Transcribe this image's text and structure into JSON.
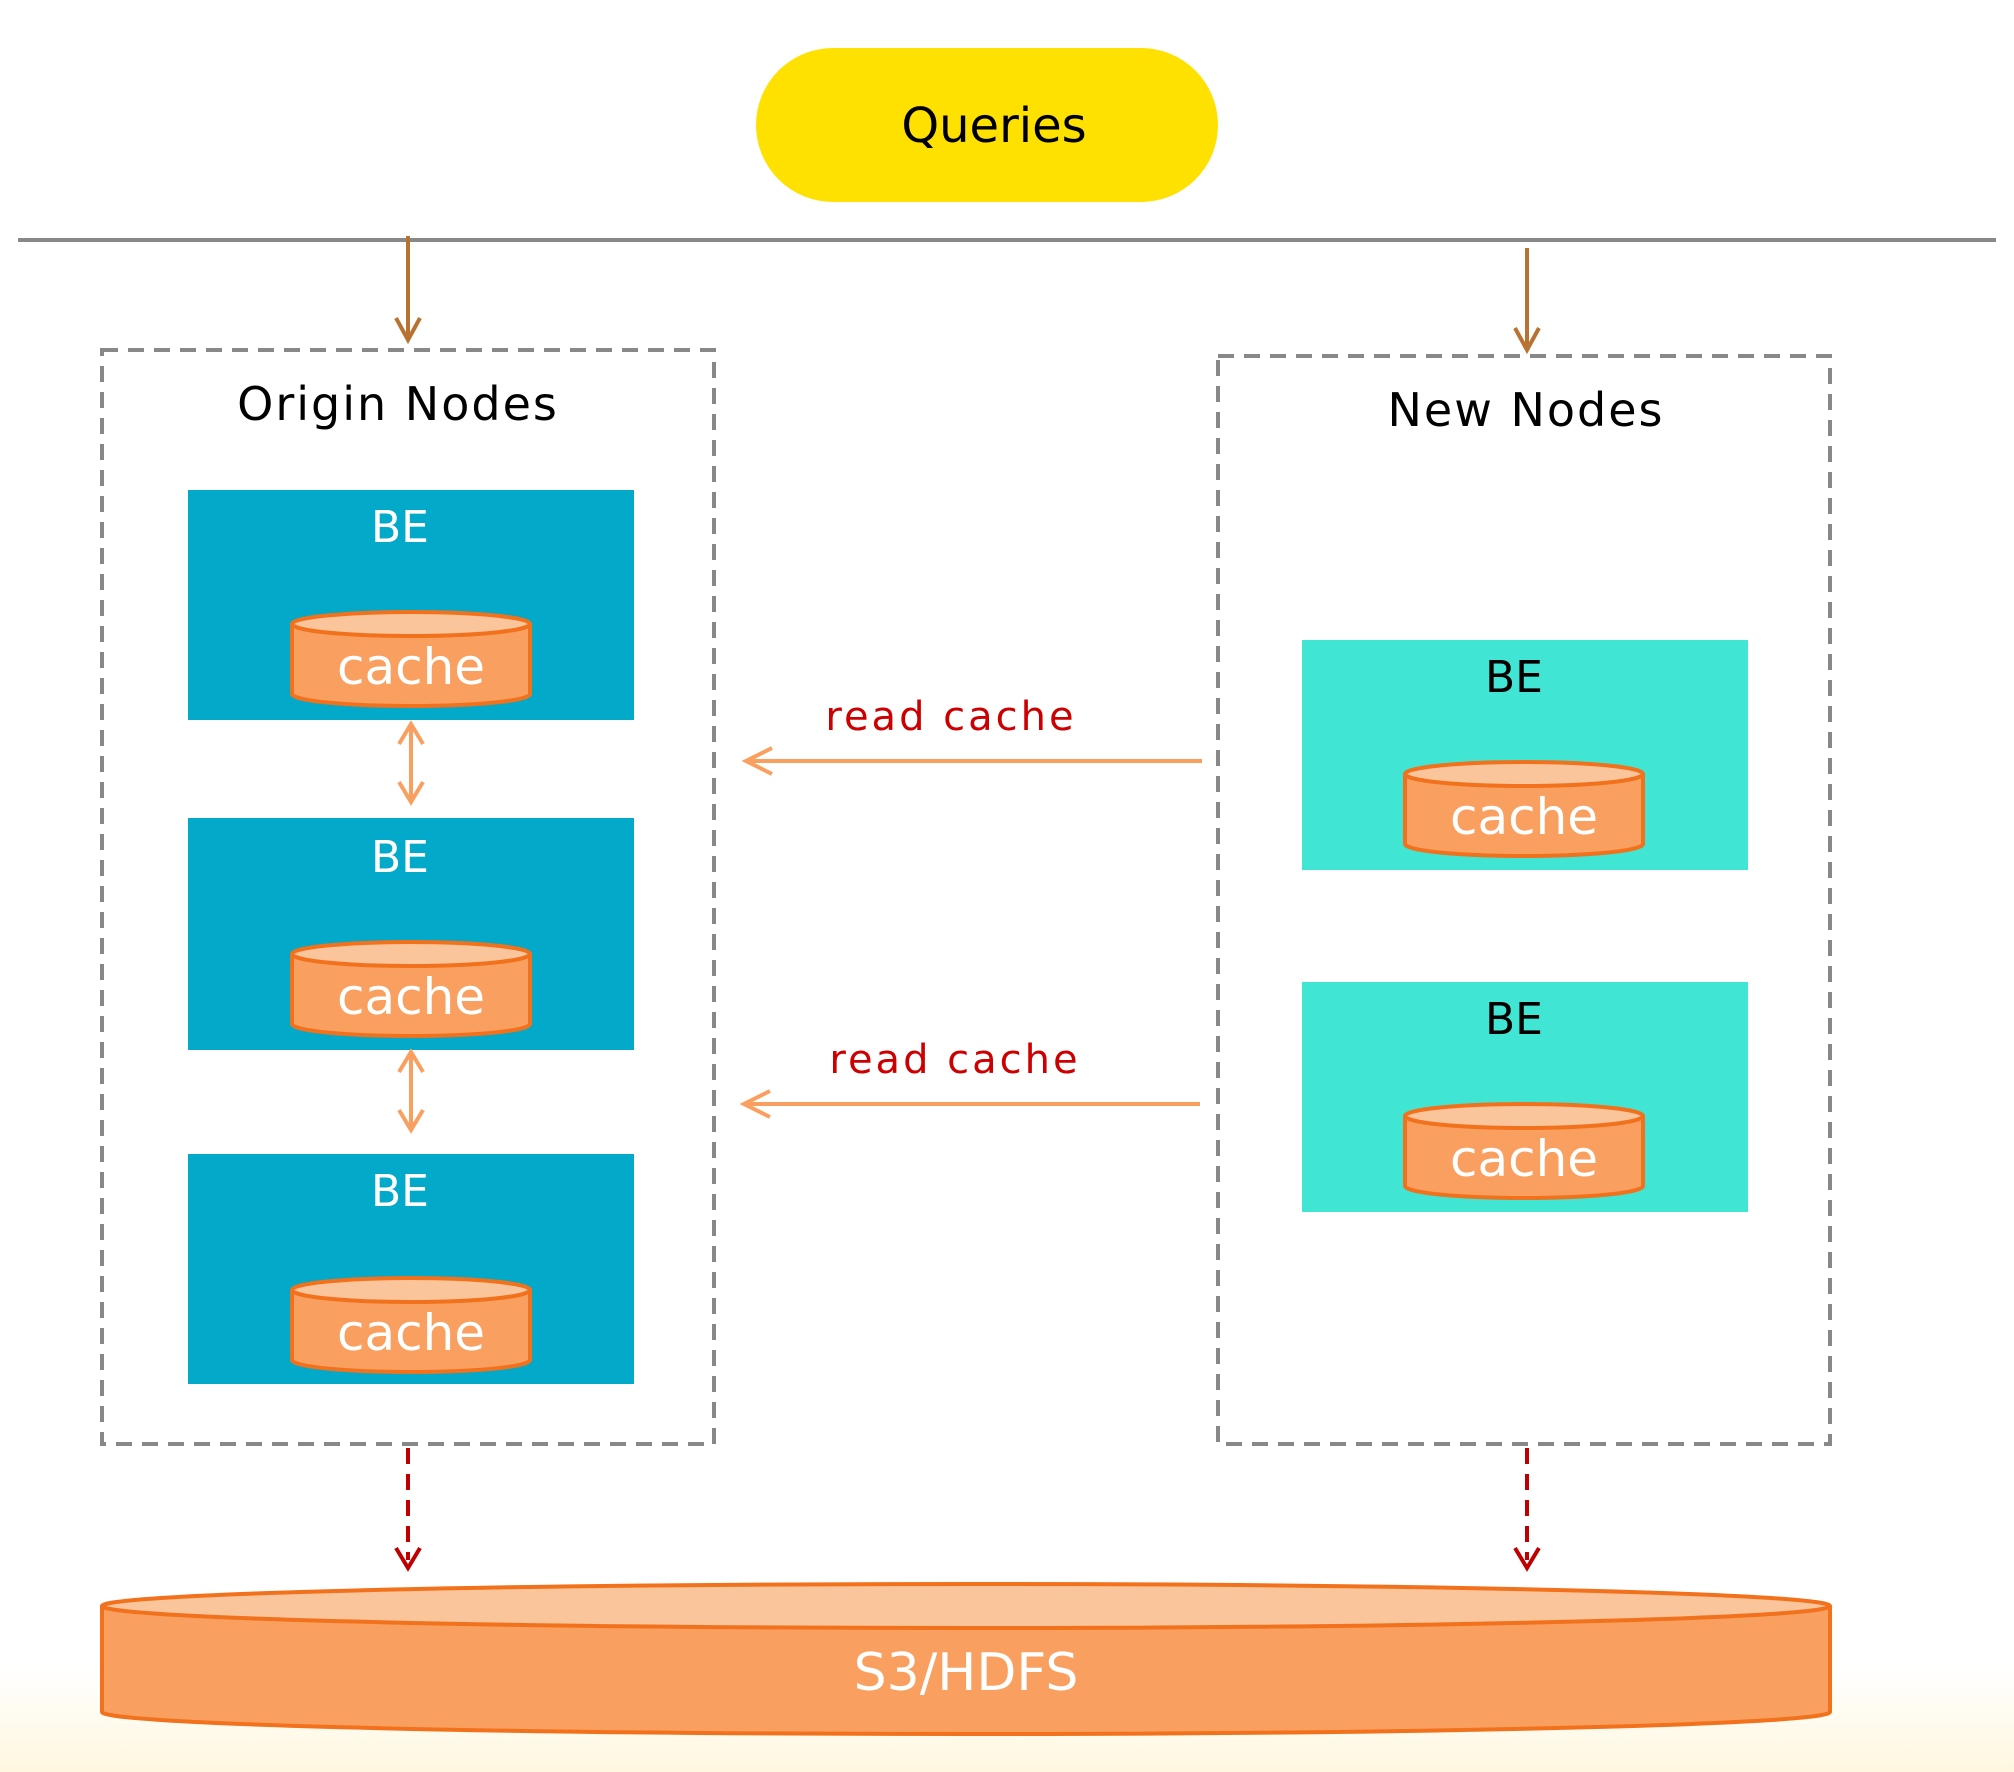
{
  "queries": {
    "label": "Queries",
    "color": "#ffe100"
  },
  "origin_group": {
    "title": "Origin Nodes",
    "nodes": [
      {
        "label": "BE",
        "cache_label": "cache"
      },
      {
        "label": "BE",
        "cache_label": "cache"
      },
      {
        "label": "BE",
        "cache_label": "cache"
      }
    ],
    "node_color": "#03a9c8"
  },
  "new_group": {
    "title": "New Nodes",
    "nodes": [
      {
        "label": "BE",
        "cache_label": "cache"
      },
      {
        "label": "BE",
        "cache_label": "cache"
      }
    ],
    "node_color": "#40e6d3"
  },
  "read_arrows": [
    {
      "label": "read cache"
    },
    {
      "label": "read cache"
    }
  ],
  "storage": {
    "label": "S3/HDFS",
    "color": "#f9a060"
  },
  "colors": {
    "cache_fill": "#f9a060",
    "cache_top": "#fbc59b",
    "cache_stroke": "#f2711c",
    "read_label": "#cc0000",
    "read_arrow": "#f9a060",
    "query_arrow": "#b87333",
    "dashed_arrow": "#c00000",
    "group_border": "#888888",
    "divider": "#888888"
  }
}
